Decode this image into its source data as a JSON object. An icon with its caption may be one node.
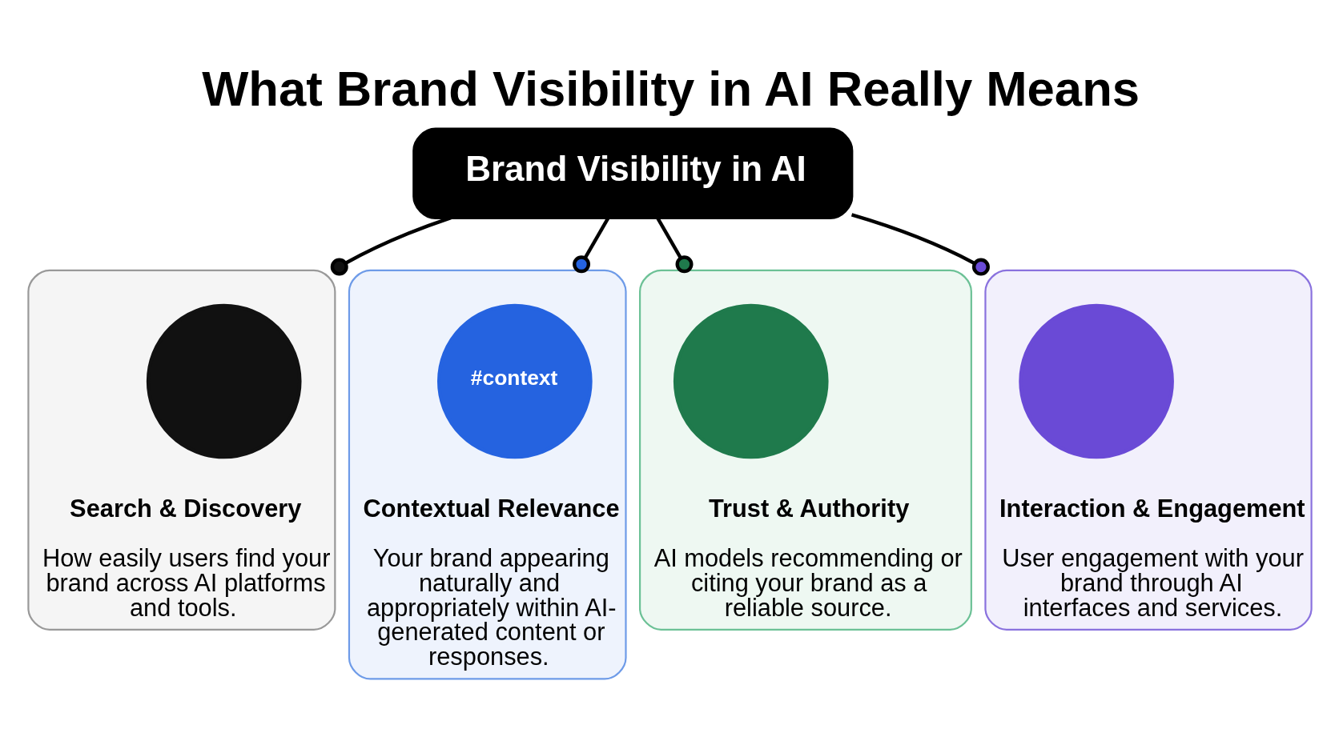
{
  "diagram": {
    "title": "What Brand Visibility in AI Really Means",
    "nodes": [
      {
        "text": [
          "Brand Visibility in AI"
        ]
      },
      {
        "text": [
          "Search & Discovery",
          "How easily users find your brand across AI platforms and tools."
        ]
      },
      {
        "text": [],
        "shape": "circle",
        "in": 1
      },
      {
        "text": [
          "Contextual Relevance",
          "Your brand appearing naturally and appropriately within AI-generated content or responses."
        ]
      },
      {
        "text": [
          "#context"
        ],
        "in": 3
      },
      {
        "text": [
          "Trust & Authority",
          "AI models recommending or citing your brand as a reliable source."
        ]
      },
      {
        "text": [],
        "shape": "circle",
        "in": 5
      },
      {
        "text": [
          "Interaction & Engagement",
          "User engagement with your brand through AI interfaces and services."
        ]
      },
      {
        "text": [],
        "shape": "circle",
        "in": 7
      }
    ],
    "edges": [
      {
        "from": 0,
        "to": 1,
        "arrow": "other"
      },
      {
        "from": 0,
        "to": 3,
        "arrow": "other"
      },
      {
        "from": 0,
        "to": 5,
        "arrow": "other"
      },
      {
        "from": 0,
        "to": 7,
        "arrow": "other"
      }
    ]
  }
}
